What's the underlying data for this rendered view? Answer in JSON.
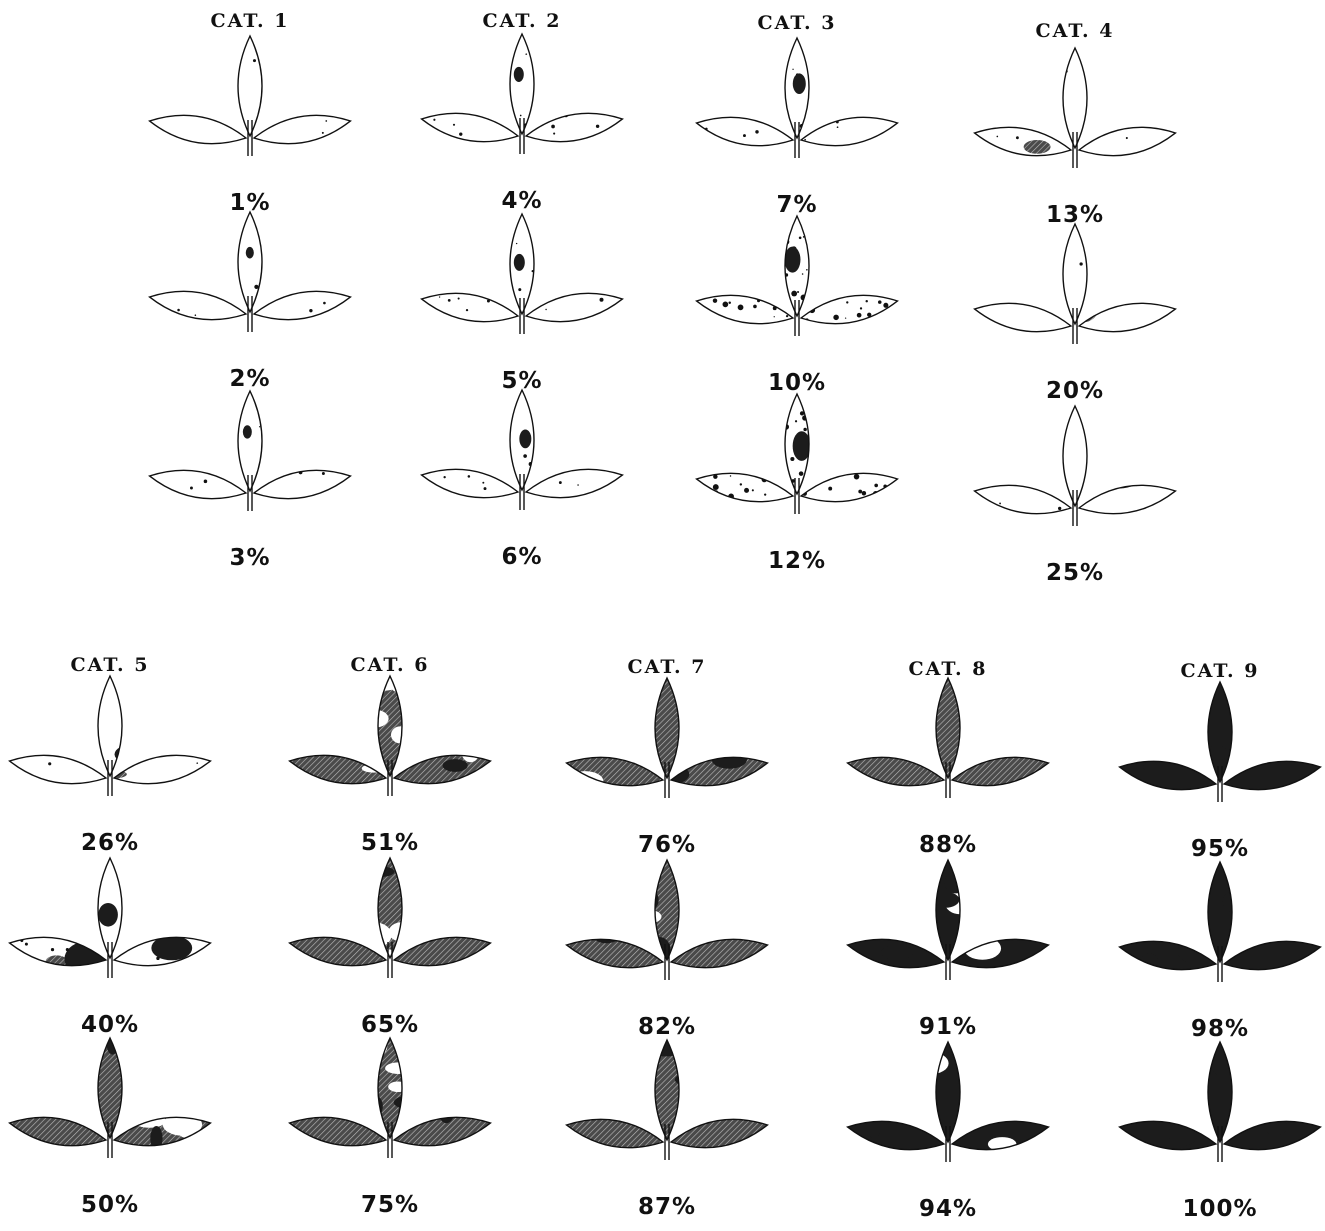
{
  "categories": [
    {
      "title": "CAT. 1",
      "levels": [
        {
          "label": "1%",
          "severity": 1
        },
        {
          "label": "2%",
          "severity": 2
        },
        {
          "label": "3%",
          "severity": 3
        }
      ]
    },
    {
      "title": "CAT. 2",
      "levels": [
        {
          "label": "4%",
          "severity": 4
        },
        {
          "label": "5%",
          "severity": 5
        },
        {
          "label": "6%",
          "severity": 6
        }
      ]
    },
    {
      "title": "CAT. 3",
      "levels": [
        {
          "label": "7%",
          "severity": 7
        },
        {
          "label": "10%",
          "severity": 10
        },
        {
          "label": "12%",
          "severity": 12
        }
      ]
    },
    {
      "title": "CAT. 4",
      "levels": [
        {
          "label": "13%",
          "severity": 13
        },
        {
          "label": "20%",
          "severity": 20
        },
        {
          "label": "25%",
          "severity": 25
        }
      ]
    },
    {
      "title": "CAT. 5",
      "levels": [
        {
          "label": "26%",
          "severity": 26
        },
        {
          "label": "40%",
          "severity": 40
        },
        {
          "label": "50%",
          "severity": 50
        }
      ]
    },
    {
      "title": "CAT. 6",
      "levels": [
        {
          "label": "51%",
          "severity": 51
        },
        {
          "label": "65%",
          "severity": 65
        },
        {
          "label": "75%",
          "severity": 75
        }
      ]
    },
    {
      "title": "CAT. 7",
      "levels": [
        {
          "label": "76%",
          "severity": 76
        },
        {
          "label": "82%",
          "severity": 82
        },
        {
          "label": "87%",
          "severity": 87
        }
      ]
    },
    {
      "title": "CAT. 8",
      "levels": [
        {
          "label": "88%",
          "severity": 88
        },
        {
          "label": "91%",
          "severity": 91
        },
        {
          "label": "94%",
          "severity": 94
        }
      ]
    },
    {
      "title": "CAT. 9",
      "levels": [
        {
          "label": "95%",
          "severity": 95
        },
        {
          "label": "98%",
          "severity": 98
        },
        {
          "label": "100%",
          "severity": 100
        }
      ]
    }
  ],
  "colors": {
    "ink": "#111111",
    "lesion_dark": "#1c1c1c",
    "lesion_mid": "#4a4a4a",
    "leaf_fill": "#ffffff"
  },
  "icons": {
    "leaf": "trifoliate-leaf-icon"
  }
}
